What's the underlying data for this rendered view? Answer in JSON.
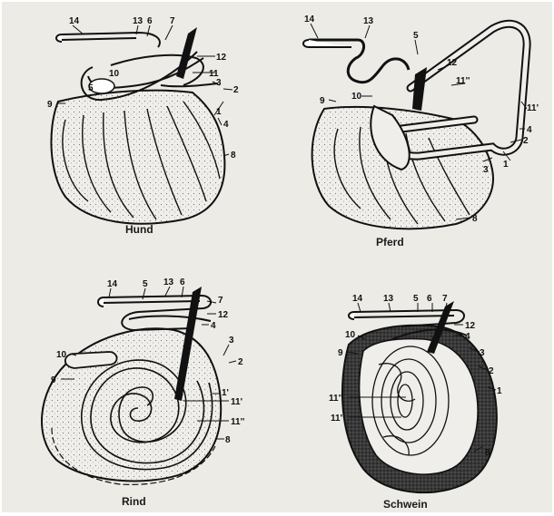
{
  "captions": {
    "dog": "Hund",
    "horse": "Pferd",
    "cattle": "Rind",
    "pig": "Schwein"
  },
  "labels": {
    "dog": [
      "14",
      "13",
      "6",
      "7",
      "12",
      "11",
      "3",
      "2",
      "1",
      "4",
      "8",
      "9",
      "5",
      "10"
    ],
    "horse": [
      "14",
      "13",
      "5",
      "12",
      "11''",
      "11'",
      "4",
      "2",
      "1",
      "3",
      "8",
      "9",
      "10"
    ],
    "cattle": [
      "14",
      "5",
      "13",
      "6",
      "7",
      "12",
      "4",
      "3",
      "2",
      "1'",
      "11'",
      "11''",
      "8",
      "9",
      "10"
    ],
    "pig": [
      "14",
      "13",
      "5",
      "6",
      "7",
      "12",
      "4",
      "3",
      "2",
      "1",
      "10",
      "9",
      "11''",
      "11'",
      "8"
    ]
  }
}
